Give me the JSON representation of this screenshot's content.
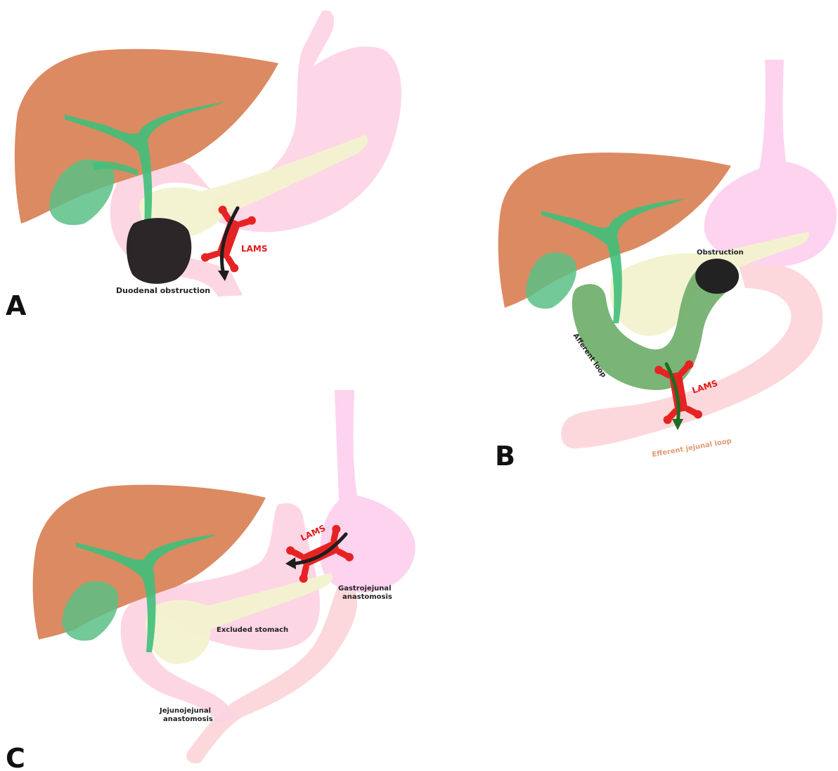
{
  "panels": {
    "a": {
      "letter": "A",
      "obstruction_label": "Duodenal obstruction",
      "stent_label": "LAMS"
    },
    "b": {
      "letter": "B",
      "obstruction_label": "Obstruction",
      "afferent_label": "Afferent loop",
      "stent_label": "LAMS",
      "efferent_label": "Efferent jejunal loop"
    },
    "c": {
      "letter": "C",
      "stent_label": "LAMS",
      "gj_label_line1": "Gastrojejunal",
      "gj_label_line2": "anastomosis",
      "excluded_label": "Excluded stomach",
      "jj_label_line1": "Jejunojejunal",
      "jj_label_line2": "anastomosis"
    }
  },
  "colors": {
    "liver": "#dc8a62",
    "biliary": "#3fbf7a",
    "gallbladder": "#5bbf86",
    "stomach": "#fdd3e4",
    "jejunum": "#fcd6da",
    "pancreas": "#f3f2cf",
    "obstruction": "#2b2628",
    "afferent_loop": "#6fae6a",
    "stent": "#e62323",
    "lams_text": "#e11c1c",
    "efferent_text": "#e39b78",
    "arrow_dark": "#1e1e1e",
    "arrow_green": "#1f6b22"
  }
}
